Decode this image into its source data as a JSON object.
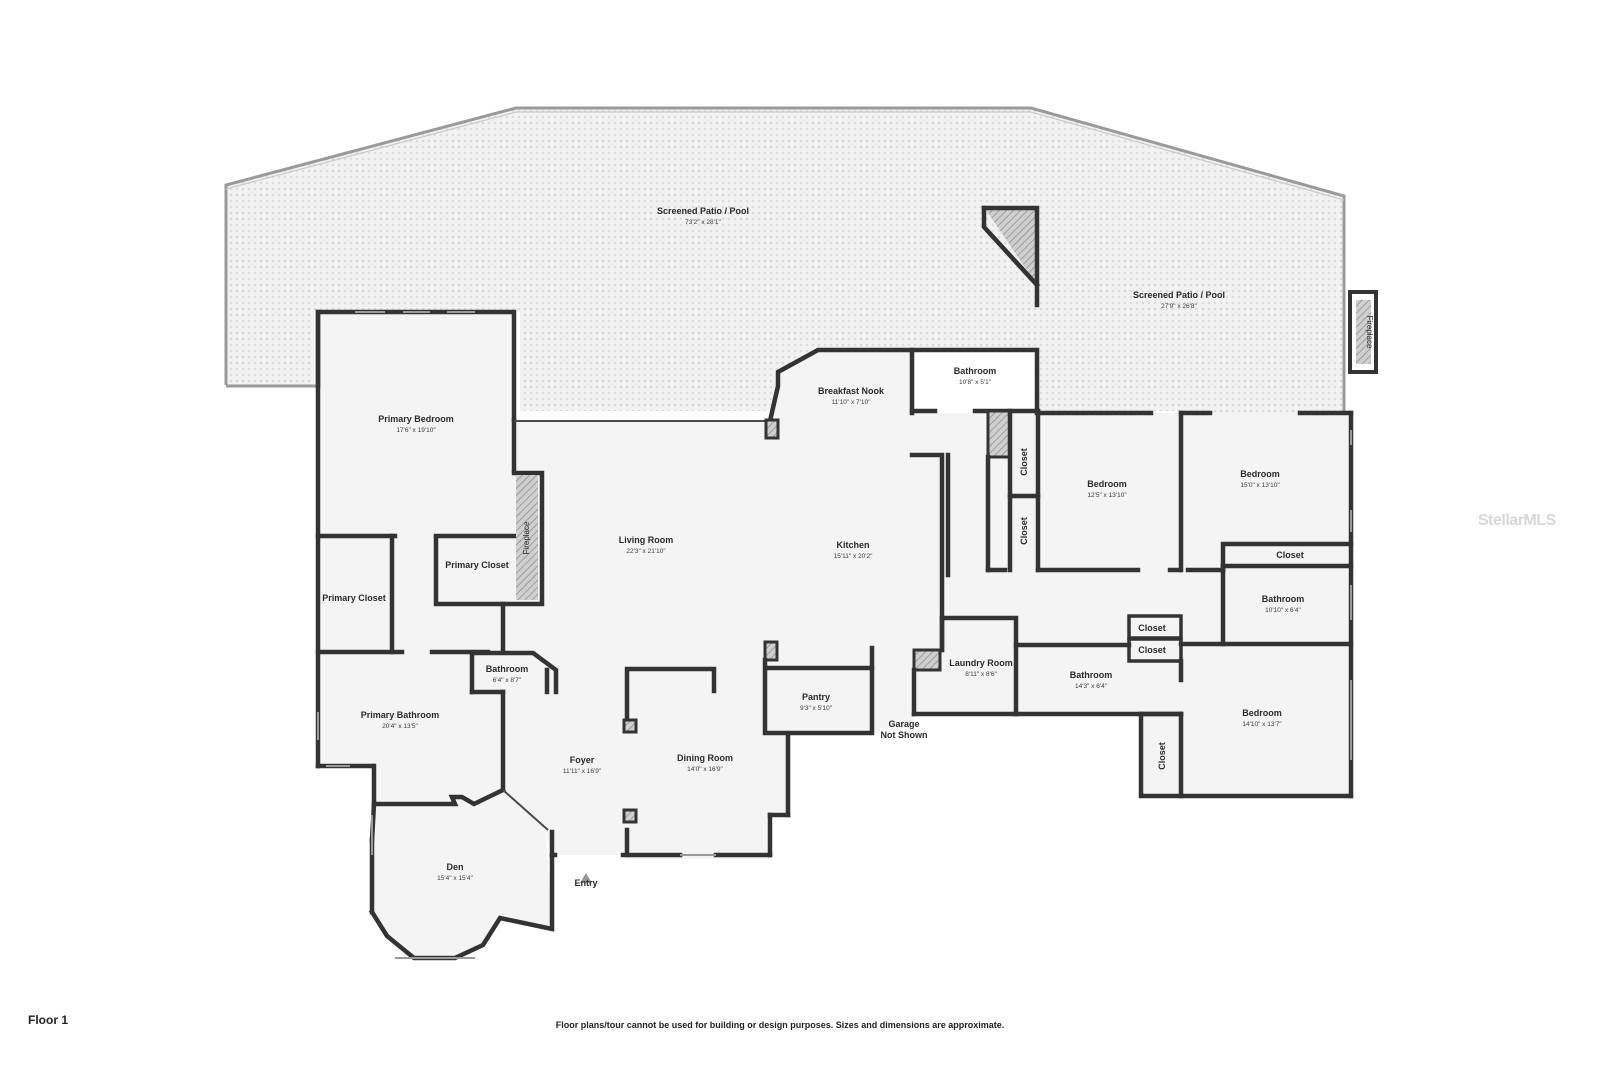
{
  "floor_label": "Floor 1",
  "disclaimer": "Floor plans/tour cannot be used for building or design purposes. Sizes and dimensions are approximate.",
  "watermark": "StellarMLS",
  "entry_label": "Entry",
  "garage_label_1": "Garage",
  "garage_label_2": "Not Shown",
  "rooms": {
    "patio_main": {
      "name": "Screened Patio / Pool",
      "dim": "73'2\" x 28'1\""
    },
    "patio_right": {
      "name": "Screened Patio / Pool",
      "dim": "27'9\" x 26'8\""
    },
    "fireplace_right": {
      "name": "Fireplace"
    },
    "fireplace_left": {
      "name": "Fireplace"
    },
    "primary_bedroom": {
      "name": "Primary Bedroom",
      "dim": "17'6\" x 19'10\""
    },
    "primary_closet_a": {
      "name": "Primary Closet"
    },
    "primary_closet_b": {
      "name": "Primary Closet"
    },
    "primary_bathroom": {
      "name": "Primary Bathroom",
      "dim": "20'4\" x 13'5\""
    },
    "bathroom_small": {
      "name": "Bathroom",
      "dim": "6'4\" x 8'7\""
    },
    "den": {
      "name": "Den",
      "dim": "15'4\" x 15'4\""
    },
    "foyer": {
      "name": "Foyer",
      "dim": "11'11\" x 16'9\""
    },
    "dining_room": {
      "name": "Dining Room",
      "dim": "14'0\" x 16'9\""
    },
    "living_room": {
      "name": "Living Room",
      "dim": "22'3\" x 21'10\""
    },
    "breakfast_nook": {
      "name": "Breakfast Nook",
      "dim": "11'10\" x 7'10\""
    },
    "kitchen": {
      "name": "Kitchen",
      "dim": "15'11\" x 20'2\""
    },
    "pantry": {
      "name": "Pantry",
      "dim": "9'3\" x 5'10\""
    },
    "laundry_room": {
      "name": "Laundry Room",
      "dim": "8'11\" x 8'6\""
    },
    "bathroom_top": {
      "name": "Bathroom",
      "dim": "10'8\" x 5'1\""
    },
    "closet_v1": {
      "name": "Closet"
    },
    "closet_v2": {
      "name": "Closet"
    },
    "bedroom_2": {
      "name": "Bedroom",
      "dim": "12'5\" x 13'10\""
    },
    "bedroom_3": {
      "name": "Bedroom",
      "dim": "15'0\" x 13'10\""
    },
    "closet_h1": {
      "name": "Closet"
    },
    "bathroom_right": {
      "name": "Bathroom",
      "dim": "10'10\" x 6'4\""
    },
    "closet_s1": {
      "name": "Closet"
    },
    "closet_s2": {
      "name": "Closet"
    },
    "bathroom_mid": {
      "name": "Bathroom",
      "dim": "14'3\" x 6'4\""
    },
    "bedroom_4": {
      "name": "Bedroom",
      "dim": "14'10\" x 13'7\""
    },
    "closet_v3": {
      "name": "Closet"
    }
  }
}
